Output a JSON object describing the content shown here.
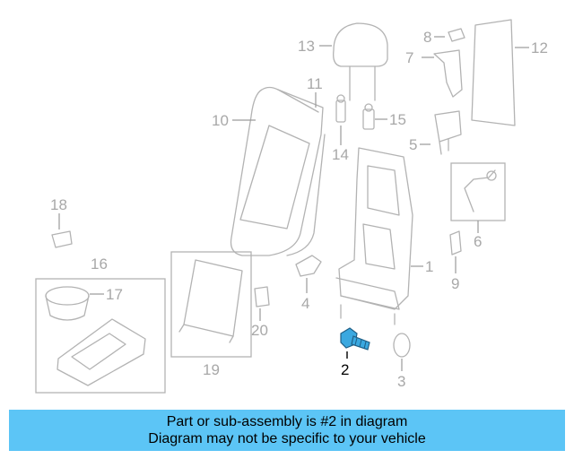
{
  "diagram": {
    "callouts": [
      "1",
      "2",
      "3",
      "4",
      "5",
      "6",
      "7",
      "8",
      "9",
      "10",
      "11",
      "12",
      "13",
      "14",
      "15",
      "16",
      "17",
      "18",
      "19",
      "20"
    ],
    "highlighted_part": "2",
    "highlight_color": "#3aa8e0"
  },
  "banner": {
    "line1": "Part or sub-assembly is #2 in diagram",
    "line2": "Diagram may not be specific to your vehicle",
    "background": "#5cc5f6"
  }
}
